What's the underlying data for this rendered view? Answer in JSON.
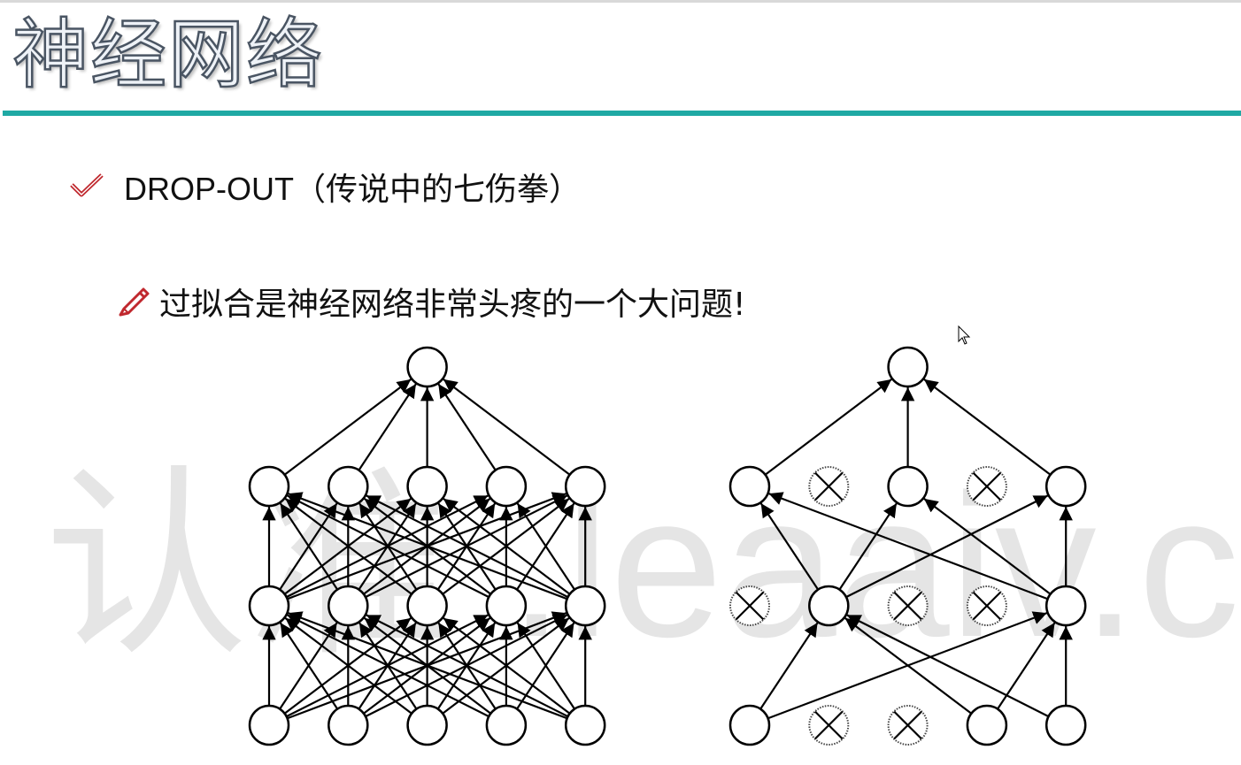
{
  "slide": {
    "title": "神经网络",
    "watermark": "认准 .leaaiv.cn",
    "bullets": [
      {
        "icon": "check-icon",
        "text": "DROP-OUT（传说中的七伤拳）"
      },
      {
        "icon": "pencil-icon",
        "text": "过拟合是神经网络非常头疼的一个大问题!"
      }
    ],
    "colors": {
      "accent": "#1fa9a4",
      "check": "#c0282e",
      "pencil": "#c0282e"
    }
  },
  "diagram": {
    "full_network": {
      "layers": [
        5,
        5,
        5,
        1
      ]
    },
    "dropout_network": {
      "layers": [
        5,
        5,
        5,
        1
      ],
      "dropped": [
        [
          1,
          2
        ],
        [
          0,
          2,
          3
        ],
        [
          1,
          3
        ],
        []
      ],
      "edges": [
        [
          [
            0,
            1
          ],
          [
            0,
            4
          ],
          [
            3,
            1
          ],
          [
            3,
            4
          ],
          [
            4,
            1
          ],
          [
            4,
            4
          ]
        ],
        [
          [
            1,
            0
          ],
          [
            1,
            2
          ],
          [
            1,
            4
          ],
          [
            4,
            0
          ],
          [
            4,
            2
          ],
          [
            4,
            4
          ]
        ],
        [
          [
            0,
            0
          ],
          [
            2,
            0
          ],
          [
            4,
            0
          ]
        ]
      ]
    }
  }
}
